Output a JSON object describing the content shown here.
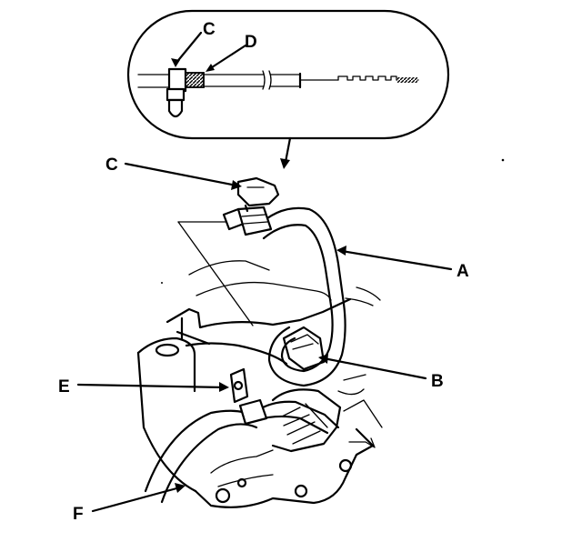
{
  "labels": {
    "c_inset": "C",
    "d_inset": "D",
    "c_main": "C",
    "a": "A",
    "b": "B",
    "e": "E",
    "f": "F"
  }
}
